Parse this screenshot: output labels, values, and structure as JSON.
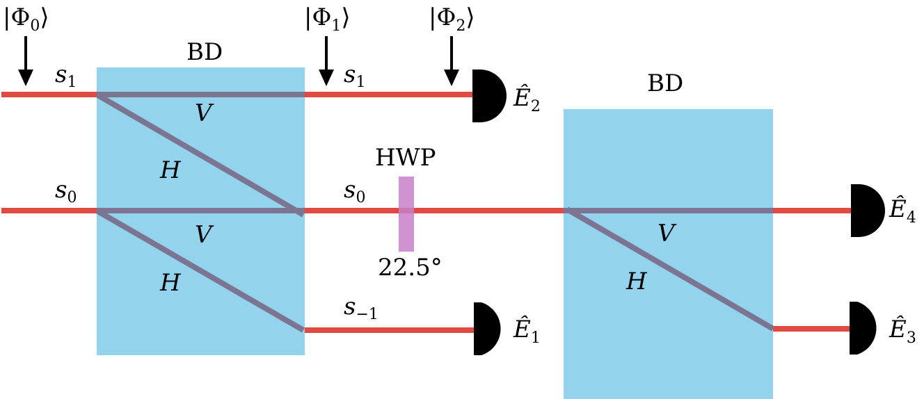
{
  "colors": {
    "beam": "#df4a43",
    "beam_inside_crystal": "#7b7592",
    "crystal": "#93d3ee",
    "waveplate": "#c87fc8",
    "detector": "#000000"
  },
  "state_labels": {
    "phi0": {
      "open": "|Φ",
      "sub": "0",
      "close": "⟩"
    },
    "phi1": {
      "open": "|Φ",
      "sub": "1",
      "close": "⟩"
    },
    "phi2": {
      "open": "|Φ",
      "sub": "2",
      "close": "⟩"
    }
  },
  "crystals": {
    "bd1": {
      "label": "BD"
    },
    "bd2": {
      "label": "BD"
    }
  },
  "waveplate": {
    "label": "HWP",
    "angle": "22.5°"
  },
  "path_labels": {
    "s1_in": {
      "base": "s",
      "sub": "1"
    },
    "s0_in": {
      "base": "s",
      "sub": "0"
    },
    "s1_out": {
      "base": "s",
      "sub": "1"
    },
    "s0_out": {
      "base": "s",
      "sub": "0"
    },
    "sm1_out": {
      "base": "s",
      "sub": "−1"
    }
  },
  "polarization_labels": {
    "bd1_v_top": "V",
    "bd1_h_top": "H",
    "bd1_v_bottom": "V",
    "bd1_h_bottom": "H",
    "bd2_v": "V",
    "bd2_h": "H"
  },
  "detectors": {
    "e1": {
      "base": "Ê",
      "sub": "1"
    },
    "e2": {
      "base": "Ê",
      "sub": "2"
    },
    "e3": {
      "base": "Ê",
      "sub": "3"
    },
    "e4": {
      "base": "Ê",
      "sub": "4"
    }
  }
}
